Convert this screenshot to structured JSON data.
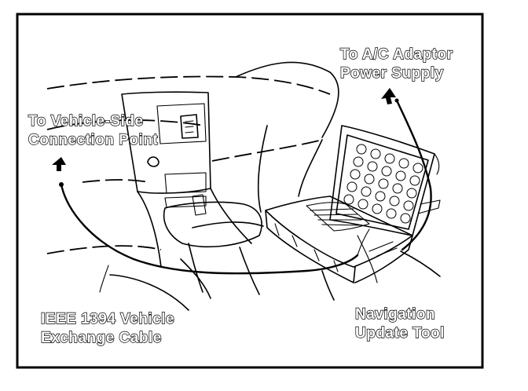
{
  "labels": {
    "ac_adaptor": {
      "line1": "To A/C Adaptor",
      "line2": "Power Supply"
    },
    "vehicle_side": {
      "line1": "To Vehicle-Side",
      "line2": "Connection Point"
    },
    "cable": {
      "line1": "IEEE 1394 Vehicle",
      "line2": "Exchange Cable"
    },
    "tool": {
      "line1": "Navigation",
      "line2": "Update Tool"
    }
  },
  "colors": {
    "ink": "#000000",
    "background": "#ffffff",
    "label_fill": "#ffffff"
  }
}
